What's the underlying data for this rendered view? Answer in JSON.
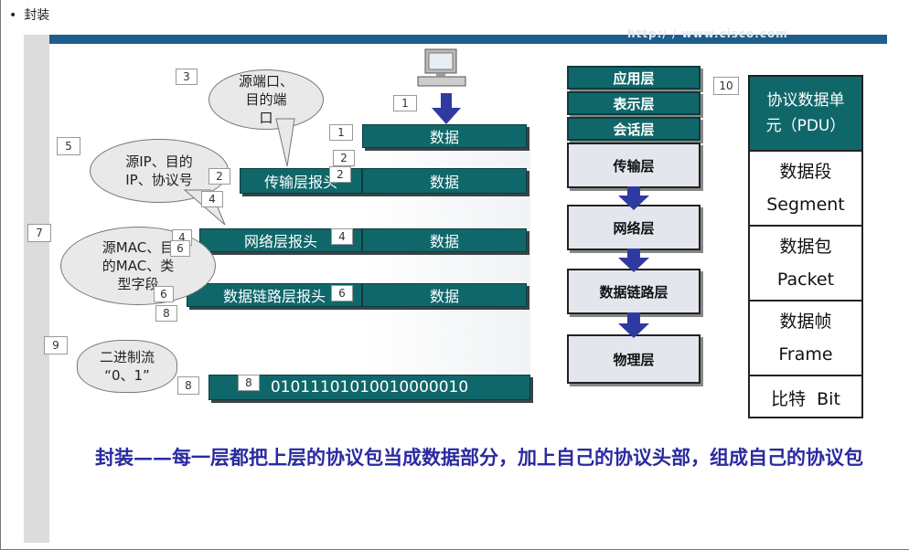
{
  "bullet": "封装",
  "url": "http:/ / www.cisco.com",
  "labels": {
    "data": "数据",
    "transport_header": "传输层报头",
    "network_header": "网络层报头",
    "datalink_header": "数据链路层报头",
    "bits": "01011101010010000010"
  },
  "bubbles": {
    "ports": [
      "源端口、",
      "目的端",
      "口"
    ],
    "ip": [
      "源IP、目的",
      "IP、协议号"
    ],
    "mac": [
      "源MAC、目",
      "的MAC、类",
      "型字段"
    ],
    "binary": [
      "二进制流",
      "“0、1”"
    ]
  },
  "numbers": [
    "1",
    "2",
    "3",
    "4",
    "5",
    "6",
    "7",
    "8",
    "9",
    "10"
  ],
  "osi_layers": {
    "application": "应用层",
    "presentation": "表示层",
    "session": "会话层",
    "transport": "传输层",
    "network": "网络层",
    "datalink": "数据链路层",
    "physical": "物理层"
  },
  "pdu": {
    "header": [
      "协议数据单",
      "元（PDU）"
    ],
    "segment": [
      "数据段",
      "Segment"
    ],
    "packet": [
      "数据包",
      "Packet"
    ],
    "frame": [
      "数据帧",
      "Frame"
    ],
    "bit": [
      "比特",
      "Bit"
    ]
  },
  "caption": "封装——每一层都把上层的协议包当成数据部分，加上自己的协议头部，组成自己的协议包",
  "colors": {
    "teal": "#10676a",
    "bar": "#1d5e8c",
    "caption": "#2a2aa0",
    "arrow": "#2f3aa0"
  }
}
